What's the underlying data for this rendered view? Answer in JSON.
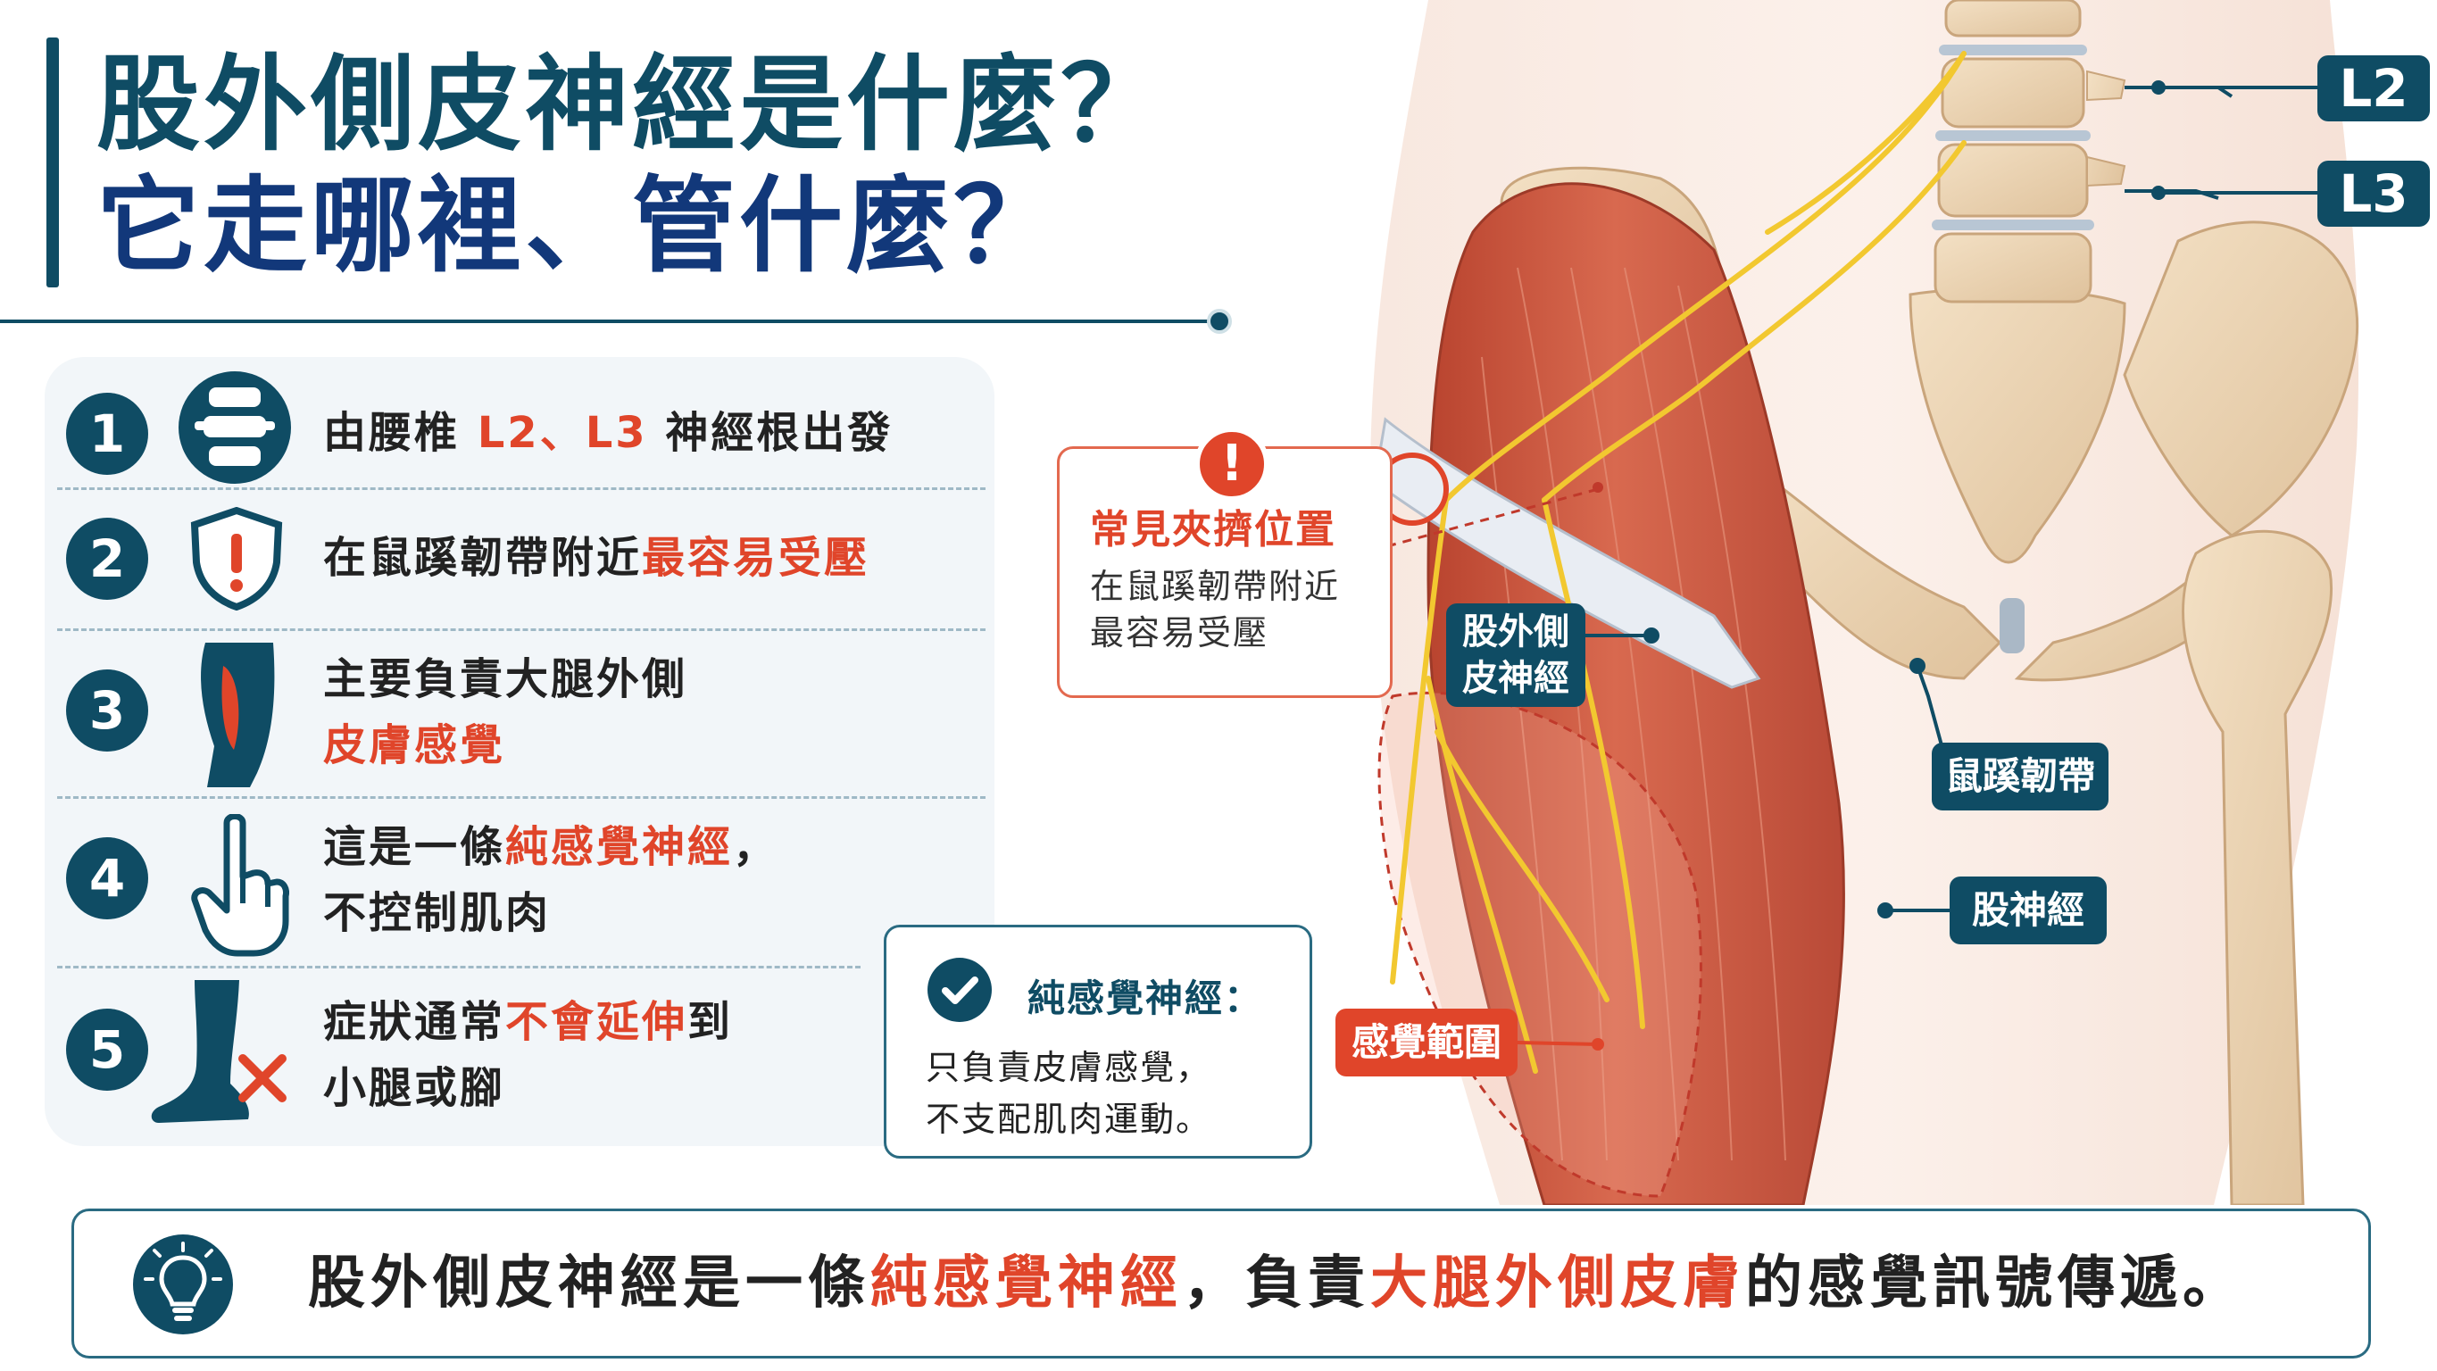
{
  "title": {
    "line1": "股外側皮神經是什麼？",
    "line2": "它走哪裡、管什麼？"
  },
  "items": [
    {
      "number": "1",
      "icon": "spine-vertebrae-icon",
      "text1": "由腰椎 ",
      "hl1": "L2、L3",
      "text2": " 神經根出發"
    },
    {
      "number": "2",
      "icon": "warning-shield-icon",
      "text1": "在鼠蹊韌帶附近",
      "hl1": "最容易受壓"
    },
    {
      "number": "3",
      "icon": "thigh-icon",
      "line1": "主要負責大腿外側",
      "line2_hl": "皮膚感覺"
    },
    {
      "number": "4",
      "icon": "pointing-hand-icon",
      "line1_a": "這是一條",
      "line1_hl": "純感覺神經",
      "line1_b": "，",
      "line2": "不控制肌肉"
    },
    {
      "number": "5",
      "icon": "leg-foot-x-icon",
      "line1_a": "症狀通常",
      "line1_hl": "不會延伸",
      "line1_b": "到",
      "line2": "小腿或腳"
    }
  ],
  "warning": {
    "badge": "!",
    "title": "常見夾擠位置",
    "line1": "在鼠蹊韌帶附近",
    "line2": "最容易受壓"
  },
  "sensory_box": {
    "title": "純感覺神經：",
    "line1": "只負責皮膚感覺，",
    "line2": "不支配肌肉運動。"
  },
  "anatomy_labels": {
    "L2": "L2",
    "L3": "L3",
    "nerve_line1": "股外側",
    "nerve_line2": "皮神經",
    "ligament": "鼠蹊韌帶",
    "femoral_nerve": "股神經",
    "sensory_area": "感覺範圍"
  },
  "summary": {
    "icon": "lightbulb-icon",
    "part1": "股外側皮神經是一條",
    "hl1": "純感覺神經",
    "part2": "，負責",
    "hl2": "大腿外側皮膚",
    "part3": "的感覺訊號傳遞。"
  },
  "colors": {
    "primary": "#0f4c64",
    "accent": "#e0452a",
    "navy": "#12387a",
    "nerve": "#f2c830",
    "muscle": "#c9553f",
    "bone": "#ecd3b2"
  }
}
